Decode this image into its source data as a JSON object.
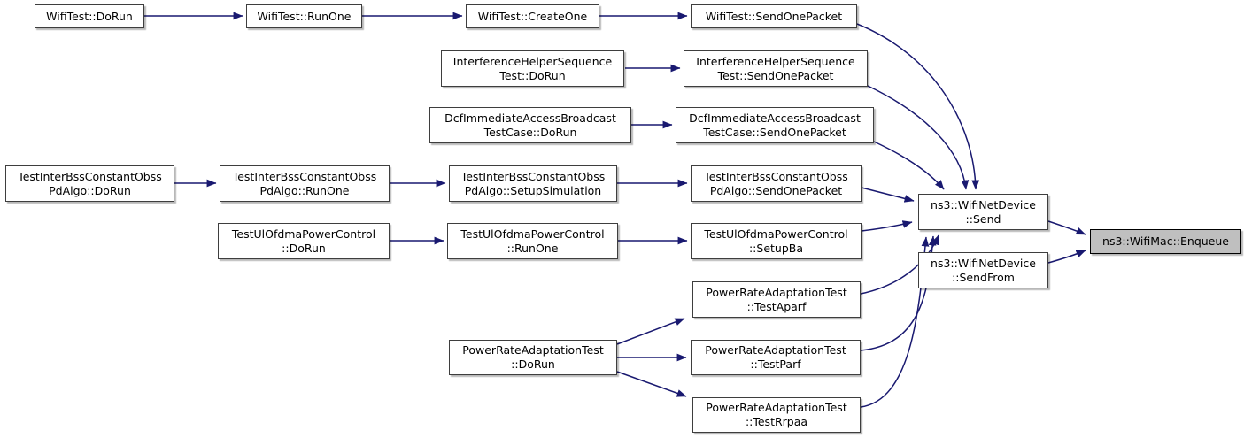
{
  "diagram": {
    "kind": "doxygen-call-graph",
    "focus_function": "ns3::WifiMac::Enqueue"
  },
  "colors": {
    "edge": "#191970",
    "node_fill": "#ffffff",
    "node_border": "#3e3e3e",
    "highlight_fill": "#bfbfbf",
    "highlight_border": "#000000",
    "text": "#000000"
  },
  "nodes": {
    "wifitest_dorun": {
      "line1": "WifiTest::DoRun",
      "line2": ""
    },
    "wifitest_runone": {
      "line1": "WifiTest::RunOne",
      "line2": ""
    },
    "wifitest_createone": {
      "line1": "WifiTest::CreateOne",
      "line2": ""
    },
    "wifitest_sendonepacket": {
      "line1": "WifiTest::SendOnePacket",
      "line2": ""
    },
    "interference_dorun": {
      "line1": "InterferenceHelperSequence",
      "line2": "Test::DoRun"
    },
    "interference_sendonepacket": {
      "line1": "InterferenceHelperSequence",
      "line2": "Test::SendOnePacket"
    },
    "dcf_dorun": {
      "line1": "DcfImmediateAccessBroadcast",
      "line2": "TestCase::DoRun"
    },
    "dcf_sendonepacket": {
      "line1": "DcfImmediateAccessBroadcast",
      "line2": "TestCase::SendOnePacket"
    },
    "interbss_dorun": {
      "line1": "TestInterBssConstantObss",
      "line2": "PdAlgo::DoRun"
    },
    "interbss_runone": {
      "line1": "TestInterBssConstantObss",
      "line2": "PdAlgo::RunOne"
    },
    "interbss_setupsimulation": {
      "line1": "TestInterBssConstantObss",
      "line2": "PdAlgo::SetupSimulation"
    },
    "interbss_sendonepacket": {
      "line1": "TestInterBssConstantObss",
      "line2": "PdAlgo::SendOnePacket"
    },
    "ulofdma_dorun": {
      "line1": "TestUlOfdmaPowerControl",
      "line2": "::DoRun"
    },
    "ulofdma_runone": {
      "line1": "TestUlOfdmaPowerControl",
      "line2": "::RunOne"
    },
    "ulofdma_setupba": {
      "line1": "TestUlOfdmaPowerControl",
      "line2": "::SetupBa"
    },
    "pra_testaparf": {
      "line1": "PowerRateAdaptationTest",
      "line2": "::TestAparf"
    },
    "pra_dorun": {
      "line1": "PowerRateAdaptationTest",
      "line2": "::DoRun"
    },
    "pra_testparf": {
      "line1": "PowerRateAdaptationTest",
      "line2": "::TestParf"
    },
    "pra_testrrpaa": {
      "line1": "PowerRateAdaptationTest",
      "line2": "::TestRrpaa"
    },
    "wnd_send": {
      "line1": "ns3::WifiNetDevice",
      "line2": "::Send"
    },
    "wnd_sendfrom": {
      "line1": "ns3::WifiNetDevice",
      "line2": "::SendFrom"
    },
    "wifimac_enqueue": {
      "line1": "ns3::WifiMac::Enqueue",
      "line2": ""
    }
  },
  "edges": [
    {
      "from": "WifiTest::DoRun",
      "to": "WifiTest::RunOne"
    },
    {
      "from": "WifiTest::RunOne",
      "to": "WifiTest::CreateOne"
    },
    {
      "from": "WifiTest::CreateOne",
      "to": "WifiTest::SendOnePacket"
    },
    {
      "from": "WifiTest::SendOnePacket",
      "to": "ns3::WifiNetDevice::Send"
    },
    {
      "from": "InterferenceHelperSequenceTest::DoRun",
      "to": "InterferenceHelperSequenceTest::SendOnePacket"
    },
    {
      "from": "InterferenceHelperSequenceTest::SendOnePacket",
      "to": "ns3::WifiNetDevice::Send"
    },
    {
      "from": "DcfImmediateAccessBroadcastTestCase::DoRun",
      "to": "DcfImmediateAccessBroadcastTestCase::SendOnePacket"
    },
    {
      "from": "DcfImmediateAccessBroadcastTestCase::SendOnePacket",
      "to": "ns3::WifiNetDevice::Send"
    },
    {
      "from": "TestInterBssConstantObssPdAlgo::DoRun",
      "to": "TestInterBssConstantObssPdAlgo::RunOne"
    },
    {
      "from": "TestInterBssConstantObssPdAlgo::RunOne",
      "to": "TestInterBssConstantObssPdAlgo::SetupSimulation"
    },
    {
      "from": "TestInterBssConstantObssPdAlgo::SetupSimulation",
      "to": "TestInterBssConstantObssPdAlgo::SendOnePacket"
    },
    {
      "from": "TestInterBssConstantObssPdAlgo::SendOnePacket",
      "to": "ns3::WifiNetDevice::Send"
    },
    {
      "from": "TestUlOfdmaPowerControl::DoRun",
      "to": "TestUlOfdmaPowerControl::RunOne"
    },
    {
      "from": "TestUlOfdmaPowerControl::RunOne",
      "to": "TestUlOfdmaPowerControl::SetupBa"
    },
    {
      "from": "TestUlOfdmaPowerControl::SetupBa",
      "to": "ns3::WifiNetDevice::Send"
    },
    {
      "from": "PowerRateAdaptationTest::DoRun",
      "to": "PowerRateAdaptationTest::TestAparf"
    },
    {
      "from": "PowerRateAdaptationTest::DoRun",
      "to": "PowerRateAdaptationTest::TestParf"
    },
    {
      "from": "PowerRateAdaptationTest::DoRun",
      "to": "PowerRateAdaptationTest::TestRrpaa"
    },
    {
      "from": "PowerRateAdaptationTest::TestAparf",
      "to": "ns3::WifiNetDevice::Send"
    },
    {
      "from": "PowerRateAdaptationTest::TestParf",
      "to": "ns3::WifiNetDevice::Send"
    },
    {
      "from": "PowerRateAdaptationTest::TestRrpaa",
      "to": "ns3::WifiNetDevice::Send"
    },
    {
      "from": "ns3::WifiNetDevice::Send",
      "to": "ns3::WifiMac::Enqueue"
    },
    {
      "from": "ns3::WifiNetDevice::SendFrom",
      "to": "ns3::WifiMac::Enqueue"
    }
  ]
}
